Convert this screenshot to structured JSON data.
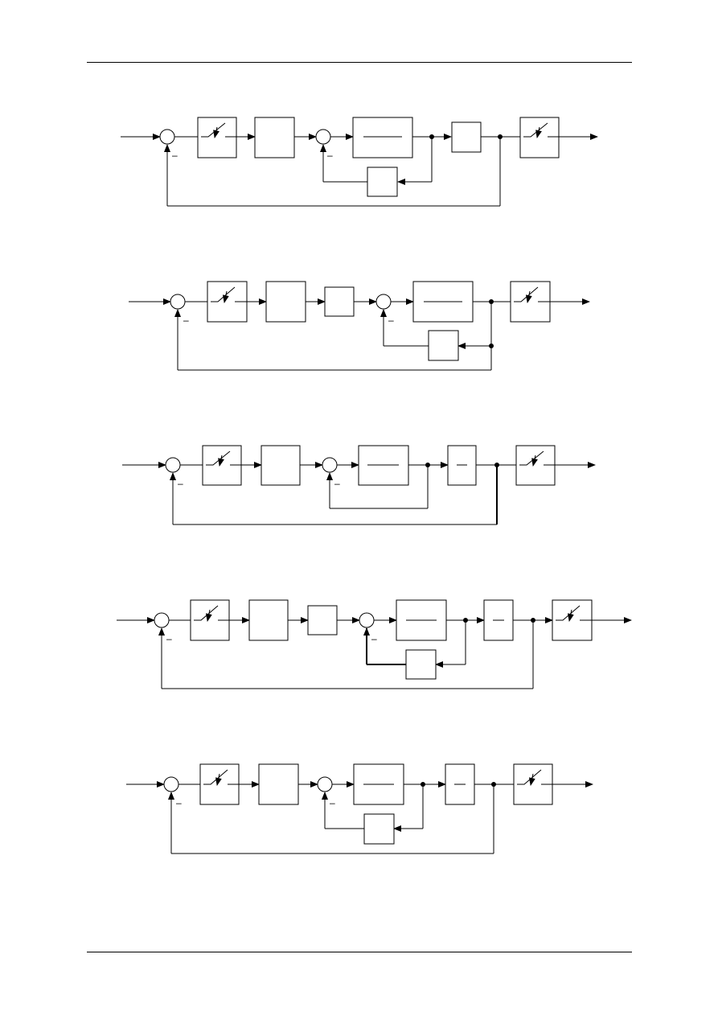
{
  "page": {
    "header_rule": true,
    "footer_rule": true
  },
  "diagrams": [
    {
      "id": 1,
      "minus_sign": "–"
    },
    {
      "id": 2,
      "minus_sign": "–"
    },
    {
      "id": 3,
      "minus_sign": "–"
    },
    {
      "id": 4,
      "minus_sign": "–"
    },
    {
      "id": 5,
      "minus_sign": "–"
    }
  ],
  "icons": {
    "sampler": "sampler-switch-icon",
    "summing_junction": "summing-junction-icon"
  }
}
